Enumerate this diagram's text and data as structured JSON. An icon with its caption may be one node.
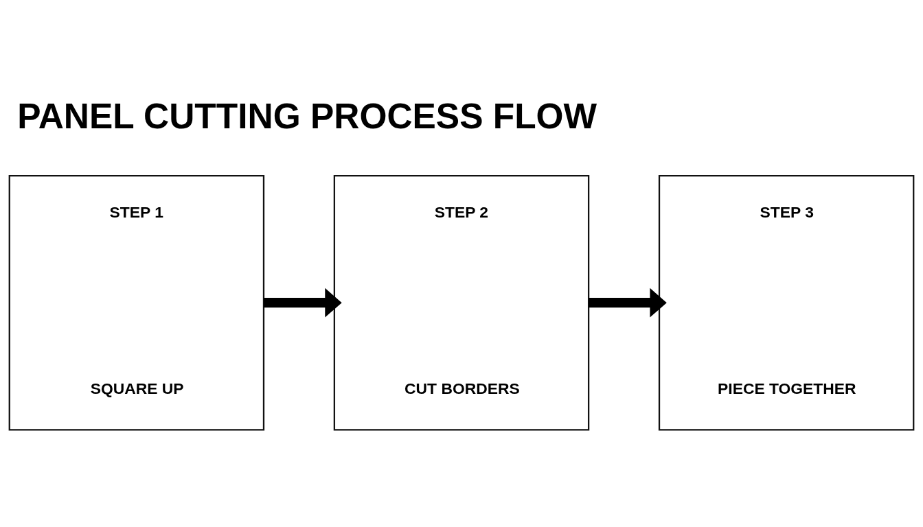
{
  "diagram": {
    "title": "PANEL CUTTING PROCESS FLOW",
    "nodes": [
      {
        "text": [
          "STEP 1",
          "SQUARE UP"
        ]
      },
      {
        "text": [
          "STEP 2",
          "CUT BORDERS"
        ]
      },
      {
        "text": [
          "STEP 3",
          "PIECE TOGETHER"
        ]
      }
    ],
    "edges": [
      {
        "from": 0,
        "to": 1,
        "arrow": "to"
      },
      {
        "from": 1,
        "to": 2,
        "arrow": "to"
      }
    ]
  }
}
